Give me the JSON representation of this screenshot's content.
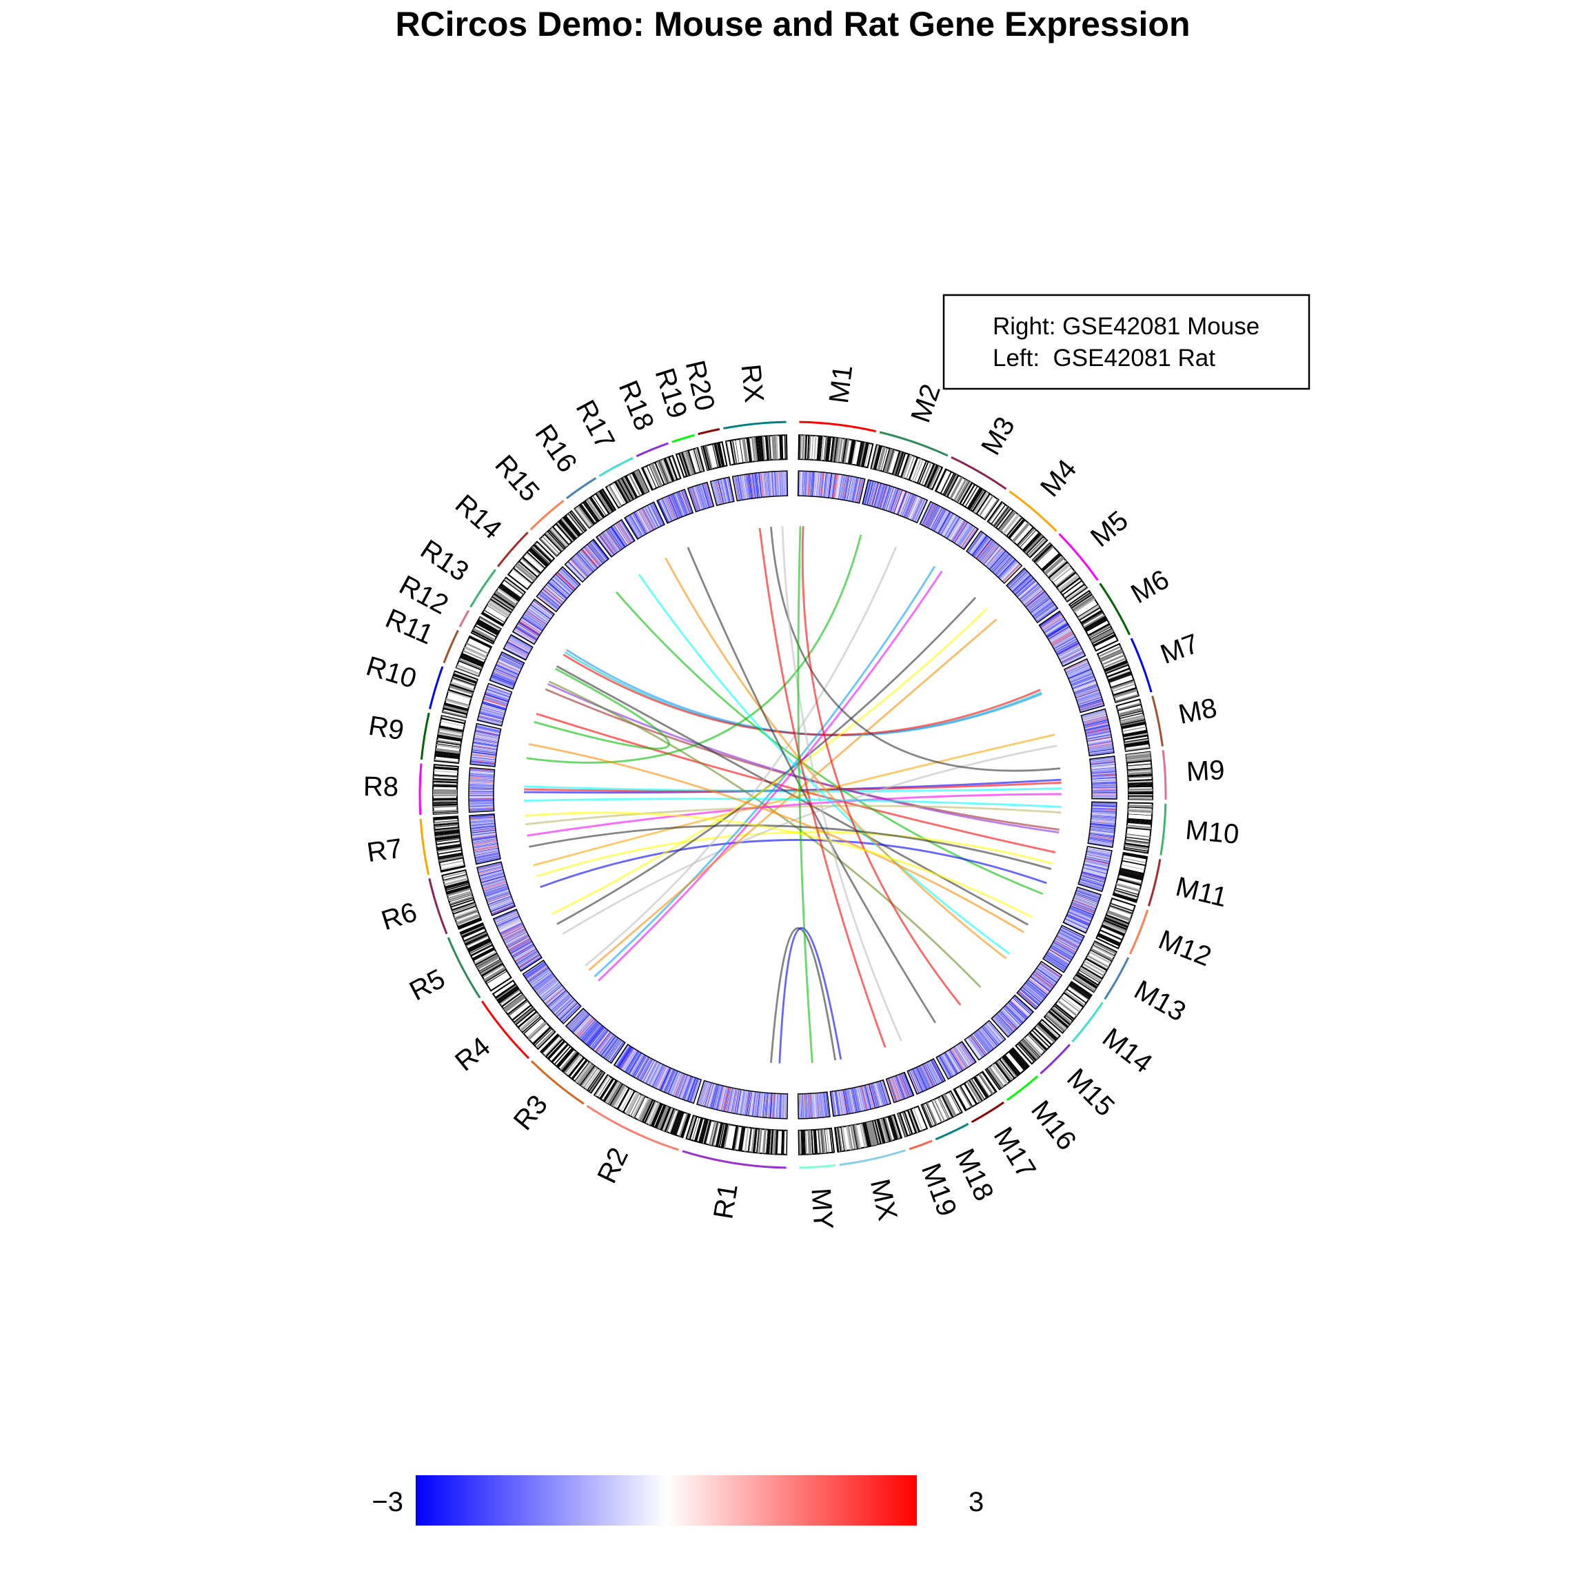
{
  "chart_data": {
    "type": "circos",
    "title": "RCircos Demo: Mouse and Rat Gene Expression",
    "legend": {
      "placement": "top-right",
      "lines": [
        "Right: GSE42081 Mouse",
        "Left:  GSE42081 Rat"
      ]
    },
    "colorbar": {
      "min_label": "−3",
      "max_label": "3",
      "range": [
        -3,
        3
      ],
      "low_color": "#0000FF",
      "mid_color": "#FFFFFF",
      "high_color": "#FF0000"
    },
    "chromosomes": [
      {
        "name": "M1",
        "length": 195,
        "color": "#FF0000"
      },
      {
        "name": "M2",
        "length": 182,
        "color": "#2E8B57"
      },
      {
        "name": "M3",
        "length": 160,
        "color": "#8B2252"
      },
      {
        "name": "M4",
        "length": 156,
        "color": "#FFA500"
      },
      {
        "name": "M5",
        "length": 152,
        "color": "#FF00FF"
      },
      {
        "name": "M6",
        "length": 150,
        "color": "#006400"
      },
      {
        "name": "M7",
        "length": 145,
        "color": "#0000FF"
      },
      {
        "name": "M8",
        "length": 130,
        "color": "#A0522D"
      },
      {
        "name": "M9",
        "length": 125,
        "color": "#DB7093"
      },
      {
        "name": "M10",
        "length": 131,
        "color": "#3CB371"
      },
      {
        "name": "M11",
        "length": 122,
        "color": "#A52A2A"
      },
      {
        "name": "M12",
        "length": 120,
        "color": "#FF7F50"
      },
      {
        "name": "M13",
        "length": 121,
        "color": "#4682B4"
      },
      {
        "name": "M14",
        "length": 125,
        "color": "#40E0D0"
      },
      {
        "name": "M15",
        "length": 104,
        "color": "#8A2BE2"
      },
      {
        "name": "M16",
        "length": 98,
        "color": "#00FF00"
      },
      {
        "name": "M17",
        "length": 95,
        "color": "#8B0000"
      },
      {
        "name": "M18",
        "length": 91,
        "color": "#008080"
      },
      {
        "name": "M19",
        "length": 61,
        "color": "#FF6347"
      },
      {
        "name": "MX",
        "length": 171,
        "color": "#87CEEB"
      },
      {
        "name": "MY",
        "length": 92,
        "color": "#7FFFD4"
      },
      {
        "name": "R1",
        "length": 267,
        "color": "#9932CC"
      },
      {
        "name": "R2",
        "length": 258,
        "color": "#FA8072"
      },
      {
        "name": "R3",
        "length": 171,
        "color": "#D2691E"
      },
      {
        "name": "R4",
        "length": 187,
        "color": "#FF0000"
      },
      {
        "name": "R5",
        "length": 173,
        "color": "#2E8B57"
      },
      {
        "name": "R6",
        "length": 147,
        "color": "#8B2252"
      },
      {
        "name": "R7",
        "length": 143,
        "color": "#FFA500"
      },
      {
        "name": "R8",
        "length": 130,
        "color": "#FF00FF"
      },
      {
        "name": "R9",
        "length": 120,
        "color": "#006400"
      },
      {
        "name": "R10",
        "length": 112,
        "color": "#0000FF"
      },
      {
        "name": "R11",
        "length": 90,
        "color": "#A0522D"
      },
      {
        "name": "R12",
        "length": 47,
        "color": "#DB7093"
      },
      {
        "name": "R13",
        "length": 114,
        "color": "#3CB371"
      },
      {
        "name": "R14",
        "length": 115,
        "color": "#A52A2A"
      },
      {
        "name": "R15",
        "length": 111,
        "color": "#FF7F50"
      },
      {
        "name": "R16",
        "length": 90,
        "color": "#4682B4"
      },
      {
        "name": "R17",
        "length": 97,
        "color": "#40E0D0"
      },
      {
        "name": "R18",
        "length": 87,
        "color": "#8A2BE2"
      },
      {
        "name": "R19",
        "length": 59,
        "color": "#00FF00"
      },
      {
        "name": "R20",
        "length": 56,
        "color": "#8B0000"
      },
      {
        "name": "RX",
        "length": 160,
        "color": "#008080"
      }
    ],
    "links": [
      {
        "from": [
          "R8",
          60
        ],
        "to": [
          "M9",
          60
        ],
        "color": "#0000FF"
      },
      {
        "from": [
          "R8",
          70
        ],
        "to": [
          "M9",
          70
        ],
        "color": "#FF0000"
      },
      {
        "from": [
          "R8",
          80
        ],
        "to": [
          "M9",
          90
        ],
        "color": "#00FFFF"
      },
      {
        "from": [
          "R13",
          30
        ],
        "to": [
          "M7",
          40
        ],
        "color": "#00CED1"
      },
      {
        "from": [
          "R13",
          40
        ],
        "to": [
          "M7",
          45
        ],
        "color": "#1E90FF"
      },
      {
        "from": [
          "R13",
          20
        ],
        "to": [
          "M7",
          30
        ],
        "color": "#FF0000"
      },
      {
        "from": [
          "R11",
          40
        ],
        "to": [
          "M10",
          100
        ],
        "color": "#A52A2A"
      },
      {
        "from": [
          "R11",
          60
        ],
        "to": [
          "M10",
          110
        ],
        "color": "#8A2BE2"
      },
      {
        "from": [
          "R10",
          70
        ],
        "to": [
          "M11",
          40
        ],
        "color": "#FF0000"
      },
      {
        "from": [
          "R9",
          40
        ],
        "to": [
          "M2",
          20
        ],
        "color": "#00C000"
      },
      {
        "from": [
          "R12",
          30
        ],
        "to": [
          "M13",
          50
        ],
        "color": "#333333"
      },
      {
        "from": [
          "R11",
          70
        ],
        "to": [
          "M15",
          60
        ],
        "color": "#6B8E23"
      },
      {
        "from": [
          "R15",
          60
        ],
        "to": [
          "M12",
          60
        ],
        "color": "#00C000"
      },
      {
        "from": [
          "R7",
          100
        ],
        "to": [
          "M10",
          40
        ],
        "color": "#BDB76B"
      },
      {
        "from": [
          "R7",
          60
        ],
        "to": [
          "M9",
          110
        ],
        "color": "#FF00FF"
      },
      {
        "from": [
          "R6",
          30
        ],
        "to": [
          "M12",
          20
        ],
        "color": "#0000FF"
      },
      {
        "from": [
          "R6",
          70
        ],
        "to": [
          "M11",
          80
        ],
        "color": "#FFFF00"
      },
      {
        "from": [
          "R6",
          110
        ],
        "to": [
          "M8",
          40
        ],
        "color": "#FFA500"
      },
      {
        "from": [
          "R5",
          30
        ],
        "to": [
          "M8",
          80
        ],
        "color": "#C0C0C0"
      },
      {
        "from": [
          "R5",
          70
        ],
        "to": [
          "M4",
          120
        ],
        "color": "#333333"
      },
      {
        "from": [
          "R5",
          110
        ],
        "to": [
          "M5",
          10
        ],
        "color": "#FFFF00"
      },
      {
        "from": [
          "R4",
          20
        ],
        "to": [
          "M3",
          140
        ],
        "color": "#FF00FF"
      },
      {
        "from": [
          "R4",
          40
        ],
        "to": [
          "M3",
          110
        ],
        "color": "#00A0FF"
      },
      {
        "from": [
          "R4",
          70
        ],
        "to": [
          "M5",
          60
        ],
        "color": "#FF8C00"
      },
      {
        "from": [
          "R4",
          90
        ],
        "to": [
          "M2",
          150
        ],
        "color": "#C0C0C0"
      },
      {
        "from": [
          "R1",
          60
        ],
        "to": [
          "MX",
          140
        ],
        "color": "#333333"
      },
      {
        "from": [
          "R1",
          30
        ],
        "to": [
          "MX",
          120
        ],
        "color": "#0000FF"
      },
      {
        "from": [
          "R16",
          40
        ],
        "to": [
          "M14",
          40
        ],
        "color": "#00FFFF"
      },
      {
        "from": [
          "R17",
          50
        ],
        "to": [
          "M14",
          60
        ],
        "color": "#FF8C00"
      },
      {
        "from": [
          "R18",
          30
        ],
        "to": [
          "M17",
          40
        ],
        "color": "#333333"
      },
      {
        "from": [
          "RX",
          100
        ],
        "to": [
          "M9",
          20
        ],
        "color": "#333333"
      },
      {
        "from": [
          "RX",
          60
        ],
        "to": [
          "M19",
          30
        ],
        "color": "#FF0000"
      },
      {
        "from": [
          "RX",
          140
        ],
        "to": [
          "M18",
          70
        ],
        "color": "#C0C0C0"
      },
      {
        "from": [
          "M1",
          20
        ],
        "to": [
          "M16",
          40
        ],
        "color": "#FF0000"
      },
      {
        "from": [
          "M1",
          10
        ],
        "to": [
          "MY",
          40
        ],
        "color": "#00C000"
      },
      {
        "from": [
          "R10",
          40
        ],
        "to": [
          "R12",
          20
        ],
        "color": "#00C000"
      },
      {
        "from": [
          "R8",
          30
        ],
        "to": [
          "M10",
          20
        ],
        "color": "#00FFFF"
      },
      {
        "from": [
          "R7",
          20
        ],
        "to": [
          "M11",
          100
        ],
        "color": "#333333"
      },
      {
        "from": [
          "R9",
          90
        ],
        "to": [
          "M13",
          80
        ],
        "color": "#FF8C00"
      },
      {
        "from": [
          "R7",
          130
        ],
        "to": [
          "M13",
          20
        ],
        "color": "#FFFF00"
      }
    ]
  }
}
